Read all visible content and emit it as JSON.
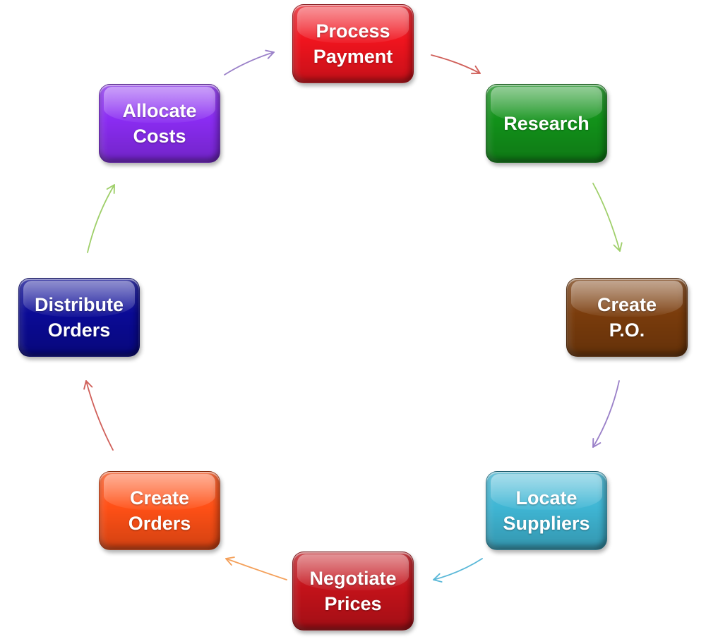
{
  "diagram": {
    "nodes": [
      {
        "id": "process-payment",
        "label": "Process\nPayment",
        "color": "#f0141e"
      },
      {
        "id": "research",
        "label": "Research",
        "color": "#12921a"
      },
      {
        "id": "create-po",
        "label": "Create\nP.O.",
        "color": "#7a3c0c"
      },
      {
        "id": "locate-suppliers",
        "label": "Locate\nSuppliers",
        "color": "#3fb6d4"
      },
      {
        "id": "negotiate-prices",
        "label": "Negotiate\nPrices",
        "color": "#c4121a"
      },
      {
        "id": "create-orders",
        "label": "Create\nOrders",
        "color": "#ff5016"
      },
      {
        "id": "distribute-orders",
        "label": "Distribute\nOrders",
        "color": "#0a0a96"
      },
      {
        "id": "allocate-costs",
        "label": "Allocate\nCosts",
        "color": "#8a2cf2"
      }
    ],
    "connectors": [
      {
        "from": "process-payment",
        "to": "research",
        "color": "#d0605a"
      },
      {
        "from": "research",
        "to": "create-po",
        "color": "#9fcf6a"
      },
      {
        "from": "create-po",
        "to": "locate-suppliers",
        "color": "#9a80c8"
      },
      {
        "from": "locate-suppliers",
        "to": "negotiate-prices",
        "color": "#5ab8d8"
      },
      {
        "from": "negotiate-prices",
        "to": "create-orders",
        "color": "#f4a05a"
      },
      {
        "from": "create-orders",
        "to": "distribute-orders",
        "color": "#d0605a"
      },
      {
        "from": "distribute-orders",
        "to": "allocate-costs",
        "color": "#9fcf6a"
      },
      {
        "from": "allocate-costs",
        "to": "process-payment",
        "color": "#9a80c8"
      }
    ]
  }
}
